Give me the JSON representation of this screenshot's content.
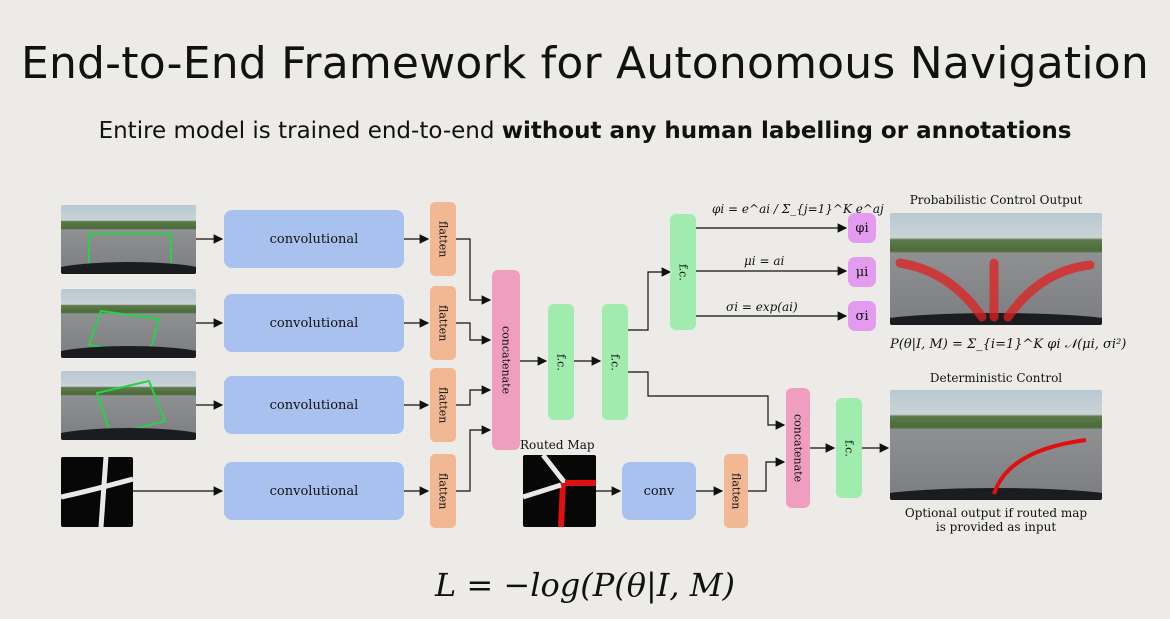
{
  "slide": {
    "title": "End-to-End Framework for Autonomous Navigation",
    "subtitle_plain": "Entire model is trained end-to-end ",
    "subtitle_bold": "without any human labelling or annotations"
  },
  "blocks": {
    "convolutional": "convolutional",
    "flatten": "flatten",
    "concatenate": "concatenate",
    "fc": "f.c.",
    "conv": "conv"
  },
  "outputs": {
    "phi_label": "φi",
    "mu_label": "μi",
    "sigma_label": "σi",
    "phi_eq": "φi = e^ai / Σ_{j=1}^K e^aj",
    "mu_eq": "μi = ai",
    "sigma_eq": "σi = exp(ai)"
  },
  "captions": {
    "prob_output": "Probabilistic Control Output",
    "mixture_eq": "P(θ|I, M) = Σ_{i=1}^K φi 𝒩(μi, σi²)",
    "det_control": "Deterministic Control",
    "routed_map": "Routed Map",
    "optional_note_1": "Optional output if routed map",
    "optional_note_2": "is provided as input"
  },
  "loss": "L = −log(P(θ|I, M)"
}
